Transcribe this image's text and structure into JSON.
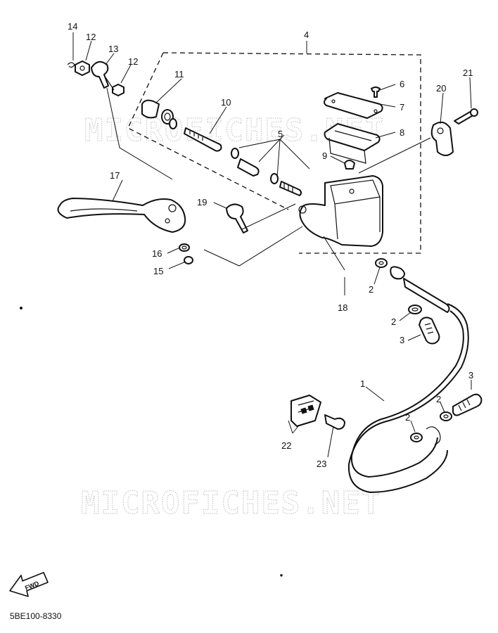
{
  "watermark": "MICROFICHES.NET",
  "drawing_code": "5BE100-8330",
  "fwd_label": "FWD",
  "callouts": {
    "c1": "1",
    "c2a": "2",
    "c2b": "2",
    "c2c": "2",
    "c2d": "2",
    "c3a": "3",
    "c3b": "3",
    "c4": "4",
    "c5": "5",
    "c6": "6",
    "c7": "7",
    "c8": "8",
    "c9": "9",
    "c10": "10",
    "c11": "11",
    "c12a": "12",
    "c12b": "12",
    "c13": "13",
    "c14": "14",
    "c15": "15",
    "c16": "16",
    "c17": "17",
    "c18": "18",
    "c19": "19",
    "c20": "20",
    "c21": "21",
    "c22": "22",
    "c23": "23"
  }
}
